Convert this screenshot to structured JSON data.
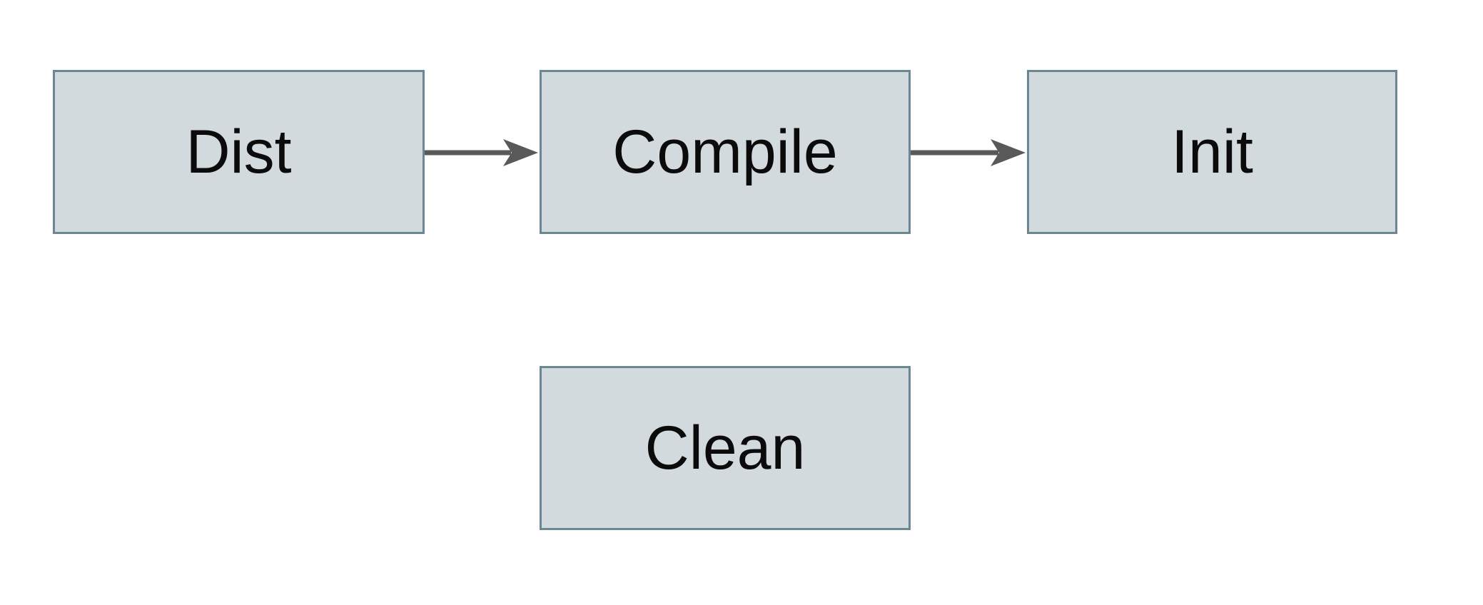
{
  "diagram": {
    "type": "flowchart",
    "nodes": [
      {
        "id": "dist",
        "label": "Dist"
      },
      {
        "id": "compile",
        "label": "Compile"
      },
      {
        "id": "init",
        "label": "Init"
      },
      {
        "id": "clean",
        "label": "Clean"
      }
    ],
    "edges": [
      {
        "from": "Dist",
        "to": "Compile",
        "style": "arrow"
      },
      {
        "from": "Compile",
        "to": "Init",
        "style": "arrow"
      }
    ],
    "colors": {
      "background": "#ffffff",
      "node_fill": "#d2dadd",
      "node_border": "#6b8794",
      "arrow": "#595959",
      "label_text": "#0b0b0b"
    }
  }
}
